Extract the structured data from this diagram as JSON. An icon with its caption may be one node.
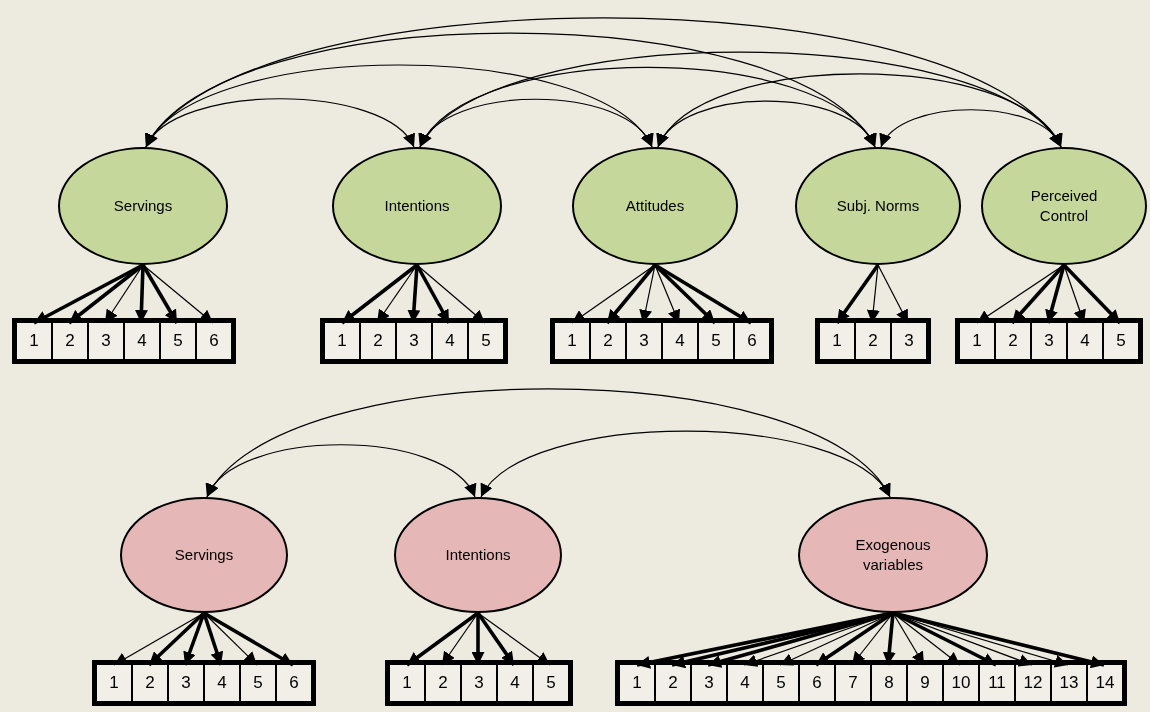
{
  "diagram": {
    "nodes": [
      {
        "text": [
          "Servings"
        ]
      },
      {
        "text": [],
        "shape": "box"
      },
      {
        "text": [
          "1"
        ],
        "in": 1
      },
      {
        "text": [
          "2"
        ],
        "in": 1
      },
      {
        "text": [
          "3"
        ],
        "in": 1
      },
      {
        "text": [
          "4"
        ],
        "in": 1
      },
      {
        "text": [
          "5"
        ],
        "in": 1
      },
      {
        "text": [
          "6"
        ],
        "in": 1
      },
      {
        "text": [
          "Intentions"
        ]
      },
      {
        "text": [],
        "shape": "box"
      },
      {
        "text": [
          "1"
        ],
        "in": 9
      },
      {
        "text": [
          "2"
        ],
        "in": 9
      },
      {
        "text": [
          "3"
        ],
        "in": 9
      },
      {
        "text": [
          "4"
        ],
        "in": 9
      },
      {
        "text": [
          "5"
        ],
        "in": 9
      },
      {
        "text": [
          "Attitudes"
        ]
      },
      {
        "text": [],
        "shape": "box"
      },
      {
        "text": [
          "1"
        ],
        "in": 16
      },
      {
        "text": [
          "2"
        ],
        "in": 16
      },
      {
        "text": [
          "3"
        ],
        "in": 16
      },
      {
        "text": [
          "4"
        ],
        "in": 16
      },
      {
        "text": [
          "5"
        ],
        "in": 16
      },
      {
        "text": [
          "6"
        ],
        "in": 16
      },
      {
        "text": [
          "Subj. Norms"
        ]
      },
      {
        "text": [],
        "shape": "box"
      },
      {
        "text": [
          "1"
        ],
        "in": 24
      },
      {
        "text": [
          "2"
        ],
        "in": 24
      },
      {
        "text": [
          "3"
        ],
        "in": 24
      },
      {
        "text": [
          "Perceived Control"
        ]
      },
      {
        "text": [],
        "shape": "box"
      },
      {
        "text": [
          "1"
        ],
        "in": 29
      },
      {
        "text": [
          "2"
        ],
        "in": 29
      },
      {
        "text": [
          "3"
        ],
        "in": 29
      },
      {
        "text": [
          "4"
        ],
        "in": 29
      },
      {
        "text": [
          "5"
        ],
        "in": 29
      },
      {
        "text": [
          "Servings"
        ]
      },
      {
        "text": [],
        "shape": "box"
      },
      {
        "text": [
          "1"
        ],
        "in": 36
      },
      {
        "text": [
          "2"
        ],
        "in": 36
      },
      {
        "text": [
          "3"
        ],
        "in": 36
      },
      {
        "text": [
          "4"
        ],
        "in": 36
      },
      {
        "text": [
          "5"
        ],
        "in": 36
      },
      {
        "text": [
          "6"
        ],
        "in": 36
      },
      {
        "text": [
          "Intentions"
        ]
      },
      {
        "text": [],
        "shape": "box"
      },
      {
        "text": [
          "1"
        ],
        "in": 44
      },
      {
        "text": [
          "2"
        ],
        "in": 44
      },
      {
        "text": [
          "3"
        ],
        "in": 44
      },
      {
        "text": [
          "4"
        ],
        "in": 44
      },
      {
        "text": [
          "5"
        ],
        "in": 44
      },
      {
        "text": [
          "Exogenous variables"
        ]
      },
      {
        "text": [],
        "shape": "box"
      },
      {
        "text": [
          "1"
        ],
        "in": 51
      },
      {
        "text": [
          "2"
        ],
        "in": 51
      },
      {
        "text": [
          "3"
        ],
        "in": 51
      },
      {
        "text": [
          "4"
        ],
        "in": 51
      },
      {
        "text": [
          "5"
        ],
        "in": 51
      },
      {
        "text": [
          "6"
        ],
        "in": 51
      },
      {
        "text": [
          "7"
        ],
        "in": 51
      },
      {
        "text": [
          "8"
        ],
        "in": 51
      },
      {
        "text": [
          "9"
        ],
        "in": 51
      },
      {
        "text": [
          "10"
        ],
        "in": 51
      },
      {
        "text": [
          "11"
        ],
        "in": 51
      },
      {
        "text": [
          "12"
        ],
        "in": 51
      },
      {
        "text": [
          "13"
        ],
        "in": 51
      },
      {
        "text": [
          "14"
        ],
        "in": 51
      }
    ],
    "edges": [
      {
        "from": 0,
        "to": 8,
        "arrow": "both"
      },
      {
        "from": 0,
        "to": 15,
        "arrow": "both"
      },
      {
        "from": 0,
        "to": 23,
        "arrow": "both"
      },
      {
        "from": 0,
        "to": 28,
        "arrow": "both"
      },
      {
        "from": 8,
        "to": 15,
        "arrow": "both"
      },
      {
        "from": 8,
        "to": 23,
        "arrow": "both"
      },
      {
        "from": 8,
        "to": 28,
        "arrow": "both"
      },
      {
        "from": 15,
        "to": 23,
        "arrow": "both"
      },
      {
        "from": 15,
        "to": 28,
        "arrow": "both"
      },
      {
        "from": 23,
        "to": 28,
        "arrow": "both"
      },
      {
        "from": 35,
        "to": 43,
        "arrow": "both"
      },
      {
        "from": 35,
        "to": 50,
        "arrow": "both"
      },
      {
        "from": 43,
        "to": 50,
        "arrow": "both"
      },
      {
        "from": 0,
        "to": 2,
        "arrow": "to",
        "style": "thick"
      },
      {
        "from": 0,
        "to": 3,
        "arrow": "to",
        "style": "thick"
      },
      {
        "from": 0,
        "to": 4,
        "arrow": "to"
      },
      {
        "from": 0,
        "to": 5,
        "arrow": "to",
        "style": "thick"
      },
      {
        "from": 0,
        "to": 6,
        "arrow": "to",
        "style": "thick"
      },
      {
        "from": 0,
        "to": 7,
        "arrow": "to"
      },
      {
        "from": 8,
        "to": 10,
        "arrow": "to",
        "style": "thick"
      },
      {
        "from": 8,
        "to": 11,
        "arrow": "to"
      },
      {
        "from": 8,
        "to": 12,
        "arrow": "to",
        "style": "thick"
      },
      {
        "from": 8,
        "to": 13,
        "arrow": "to",
        "style": "thick"
      },
      {
        "from": 8,
        "to": 14,
        "arrow": "to"
      },
      {
        "from": 15,
        "to": 17,
        "arrow": "to"
      },
      {
        "from": 15,
        "to": 18,
        "arrow": "to",
        "style": "thick"
      },
      {
        "from": 15,
        "to": 19,
        "arrow": "to"
      },
      {
        "from": 15,
        "to": 20,
        "arrow": "to"
      },
      {
        "from": 15,
        "to": 21,
        "arrow": "to",
        "style": "thick"
      },
      {
        "from": 15,
        "to": 22,
        "arrow": "to",
        "style": "thick"
      },
      {
        "from": 23,
        "to": 25,
        "arrow": "to",
        "style": "thick"
      },
      {
        "from": 23,
        "to": 26,
        "arrow": "to"
      },
      {
        "from": 23,
        "to": 27,
        "arrow": "to"
      },
      {
        "from": 28,
        "to": 30,
        "arrow": "to"
      },
      {
        "from": 28,
        "to": 31,
        "arrow": "to",
        "style": "thick"
      },
      {
        "from": 28,
        "to": 32,
        "arrow": "to",
        "style": "thick"
      },
      {
        "from": 28,
        "to": 33,
        "arrow": "to"
      },
      {
        "from": 28,
        "to": 34,
        "arrow": "to",
        "style": "thick"
      },
      {
        "from": 35,
        "to": 37,
        "arrow": "to"
      },
      {
        "from": 35,
        "to": 38,
        "arrow": "to",
        "style": "thick"
      },
      {
        "from": 35,
        "to": 39,
        "arrow": "to",
        "style": "thick"
      },
      {
        "from": 35,
        "to": 40,
        "arrow": "to",
        "style": "thick"
      },
      {
        "from": 35,
        "to": 41,
        "arrow": "to"
      },
      {
        "from": 35,
        "to": 42,
        "arrow": "to",
        "style": "thick"
      },
      {
        "from": 43,
        "to": 45,
        "arrow": "to",
        "style": "thick"
      },
      {
        "from": 43,
        "to": 46,
        "arrow": "to"
      },
      {
        "from": 43,
        "to": 47,
        "arrow": "to",
        "style": "thick"
      },
      {
        "from": 43,
        "to": 48,
        "arrow": "to",
        "style": "thick"
      },
      {
        "from": 43,
        "to": 49,
        "arrow": "to"
      },
      {
        "from": 50,
        "to": 52,
        "arrow": "to",
        "style": "thick"
      },
      {
        "from": 50,
        "to": 53,
        "arrow": "to",
        "style": "thick"
      },
      {
        "from": 50,
        "to": 54,
        "arrow": "to",
        "style": "thick"
      },
      {
        "from": 50,
        "to": 55,
        "arrow": "to"
      },
      {
        "from": 50,
        "to": 56,
        "arrow": "to"
      },
      {
        "from": 50,
        "to": 57,
        "arrow": "to",
        "style": "thick"
      },
      {
        "from": 50,
        "to": 58,
        "arrow": "to"
      },
      {
        "from": 50,
        "to": 59,
        "arrow": "to",
        "style": "thick"
      },
      {
        "from": 50,
        "to": 60,
        "arrow": "to"
      },
      {
        "from": 50,
        "to": 61,
        "arrow": "to"
      },
      {
        "from": 50,
        "to": 62,
        "arrow": "to",
        "style": "thick"
      },
      {
        "from": 50,
        "to": 63,
        "arrow": "to"
      },
      {
        "from": 50,
        "to": 64,
        "arrow": "to"
      },
      {
        "from": 50,
        "to": 65,
        "arrow": "to",
        "style": "thick"
      }
    ]
  }
}
